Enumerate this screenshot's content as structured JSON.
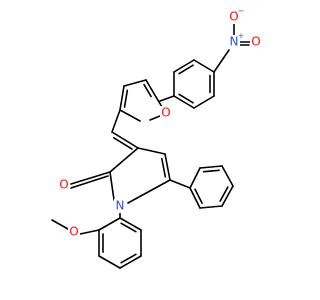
{
  "molecule": {
    "atoms": {
      "furan_oxygen": {
        "symbol": "O",
        "color": "#ff0d0d"
      },
      "carbonyl_oxygen": {
        "symbol": "O",
        "color": "#ff0d0d"
      },
      "methoxy_oxygen": {
        "symbol": "O",
        "color": "#ff0d0d"
      },
      "pyrrole_nitrogen": {
        "symbol": "N",
        "color": "#3050f8"
      },
      "nitro_nitrogen": {
        "symbol": "N",
        "color": "#3050f8",
        "charge": "+"
      },
      "nitro_oxygen_top": {
        "symbol": "O",
        "color": "#ff0d0d",
        "charge": "−"
      },
      "nitro_oxygen_right": {
        "symbol": "O",
        "color": "#ff0d0d"
      }
    },
    "bond_color": "#000000"
  }
}
